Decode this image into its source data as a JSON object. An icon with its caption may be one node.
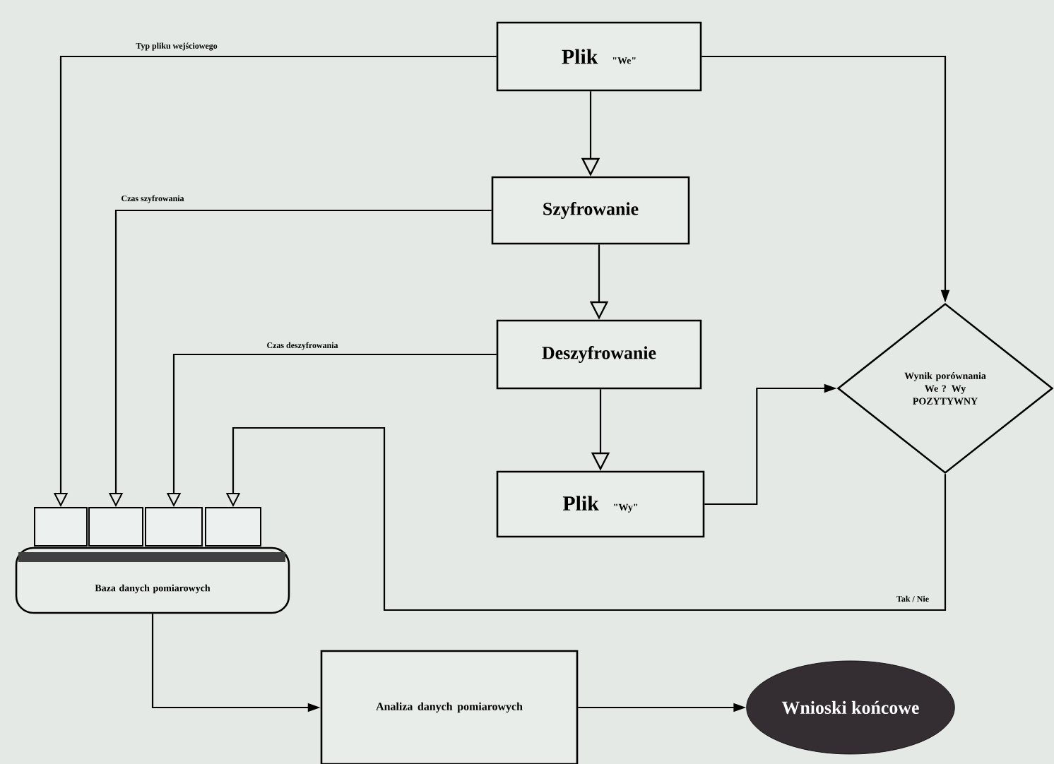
{
  "diagram": {
    "nodes": [
      {
        "text": [
          "Plik",
          "\"We\""
        ]
      },
      {
        "text": [
          "Szyfrowanie"
        ]
      },
      {
        "text": [
          "Deszyfrowanie"
        ]
      },
      {
        "text": [
          "Plik",
          "\"Wy\""
        ]
      },
      {
        "text": [
          "Wynik porównania We ? Wy POZYTYWNY"
        ]
      },
      {
        "text": [
          "Baza danych pomiarowych"
        ]
      },
      {
        "text": [
          "Analiza danych pomiarowych"
        ]
      },
      {
        "text": [
          "Wnioski końcowe"
        ]
      },
      {
        "text": [],
        "shape": "box"
      },
      {
        "text": [],
        "shape": "box"
      },
      {
        "text": [],
        "shape": "box"
      },
      {
        "text": [],
        "shape": "box"
      }
    ],
    "edges": [
      {
        "from": 0,
        "to": 8,
        "arrow": "to",
        "label": "Typ pliku wejściowego"
      },
      {
        "from": 1,
        "to": 9,
        "arrow": "to",
        "label": "Czas szyfrowania"
      },
      {
        "from": 2,
        "to": 10,
        "arrow": "to",
        "label": "Czas deszyfrowania"
      },
      {
        "from": 4,
        "to": 11,
        "arrow": "to",
        "label": "Tak / Nie"
      },
      {
        "from": 0,
        "to": 1,
        "arrow": "to"
      },
      {
        "from": 1,
        "to": 2,
        "arrow": "to"
      },
      {
        "from": 2,
        "to": 3,
        "arrow": "to"
      },
      {
        "from": 3,
        "to": 4,
        "arrow": "to"
      },
      {
        "from": 0,
        "to": 4,
        "arrow": "to"
      },
      {
        "from": 5,
        "to": 6,
        "arrow": "to"
      },
      {
        "from": 6,
        "to": 7,
        "arrow": "to"
      }
    ]
  }
}
